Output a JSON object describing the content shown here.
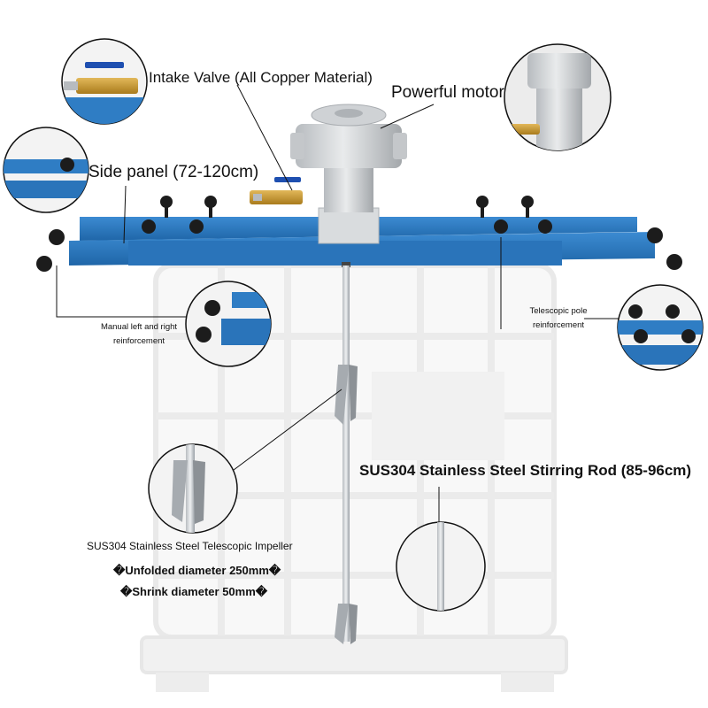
{
  "labels": {
    "intake_valve": "Intake Valve (All Copper Material)",
    "motor": "Powerful motor",
    "side_panel": "Side panel (72-120cm)",
    "manual_reinforcement_line1": "Manual left and right",
    "manual_reinforcement_line2": "reinforcement",
    "telescopic_reinforcement_line1": "Telescopic pole",
    "telescopic_reinforcement_line2": "reinforcement",
    "stirring_rod": "SUS304 Stainless Steel Stirring Rod (85-96cm)",
    "impeller": "SUS304 Stainless Steel Telescopic Impeller",
    "unfolded_diameter": "�Unfolded diameter 250mm�",
    "shrink_diameter": "�Shrink diameter 50mm�"
  },
  "colors": {
    "frame_blue": "#2f7dc4",
    "frame_blue_dark": "#1f5f9e",
    "tank": "#ededed",
    "knob": "#1c1c1c",
    "brass": "#c99a2e",
    "steel": "#9aa0a6"
  }
}
